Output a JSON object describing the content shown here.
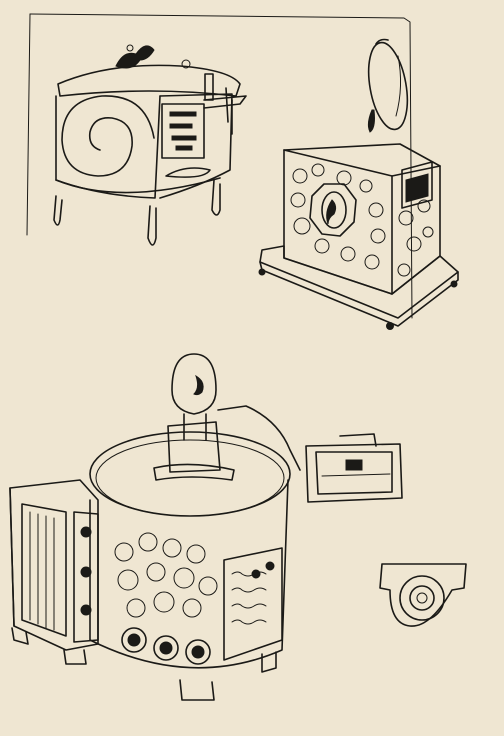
{
  "artwork": {
    "paper_color": "#efe6d2",
    "ink_color": "#1b1a17",
    "sketches": [
      {
        "name": "round-cabinet-with-spiral-door"
      },
      {
        "name": "hanging-oval-mirror"
      },
      {
        "name": "mosaic-cabinet-on-base"
      },
      {
        "name": "large-round-cabinet-with-bust"
      },
      {
        "name": "small-box-with-lock"
      },
      {
        "name": "handle-detail"
      }
    ]
  }
}
